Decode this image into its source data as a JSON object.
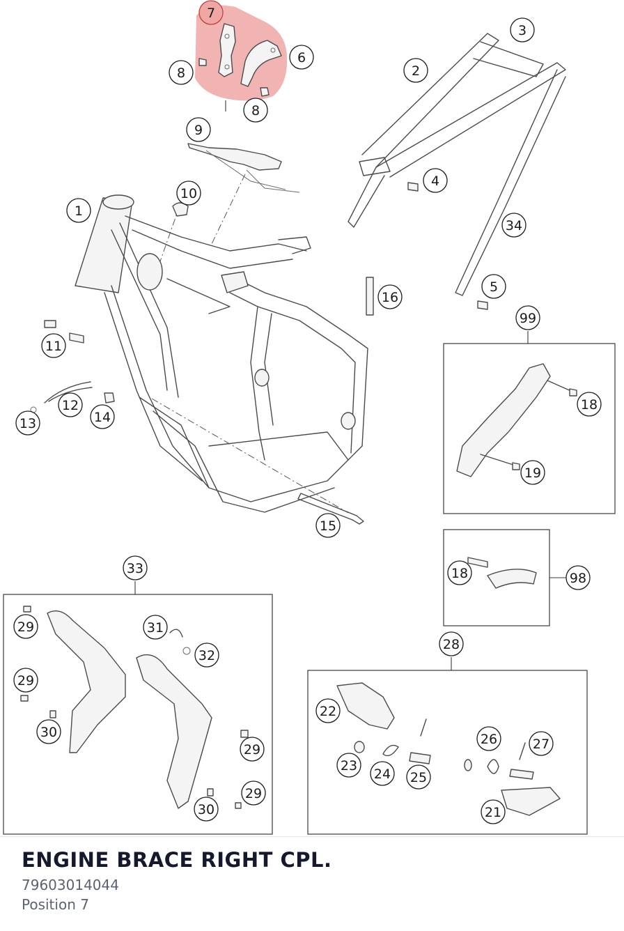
{
  "diagram": {
    "highlight_color": "#f0a7a4",
    "callouts": [
      {
        "id": "c7",
        "label": "7",
        "highlighted": true
      },
      {
        "id": "c6",
        "label": "6"
      },
      {
        "id": "c8a",
        "label": "8"
      },
      {
        "id": "c8b",
        "label": "8"
      },
      {
        "id": "c9",
        "label": "9"
      },
      {
        "id": "c10",
        "label": "10"
      },
      {
        "id": "c1",
        "label": "1"
      },
      {
        "id": "c2",
        "label": "2"
      },
      {
        "id": "c3",
        "label": "3"
      },
      {
        "id": "c4",
        "label": "4"
      },
      {
        "id": "c34",
        "label": "34"
      },
      {
        "id": "c5",
        "label": "5"
      },
      {
        "id": "c16",
        "label": "16"
      },
      {
        "id": "c11",
        "label": "11"
      },
      {
        "id": "c12",
        "label": "12"
      },
      {
        "id": "c13",
        "label": "13"
      },
      {
        "id": "c14",
        "label": "14"
      },
      {
        "id": "c15",
        "label": "15"
      },
      {
        "id": "c99",
        "label": "99"
      },
      {
        "id": "c18a",
        "label": "18"
      },
      {
        "id": "c19",
        "label": "19"
      },
      {
        "id": "c98",
        "label": "98"
      },
      {
        "id": "c18b",
        "label": "18"
      },
      {
        "id": "c33",
        "label": "33"
      },
      {
        "id": "c29a",
        "label": "29"
      },
      {
        "id": "c29b",
        "label": "29"
      },
      {
        "id": "c30a",
        "label": "30"
      },
      {
        "id": "c31",
        "label": "31"
      },
      {
        "id": "c32",
        "label": "32"
      },
      {
        "id": "c29c",
        "label": "29"
      },
      {
        "id": "c29d",
        "label": "29"
      },
      {
        "id": "c30b",
        "label": "30"
      },
      {
        "id": "c28",
        "label": "28"
      },
      {
        "id": "c22",
        "label": "22"
      },
      {
        "id": "c23",
        "label": "23"
      },
      {
        "id": "c24",
        "label": "24"
      },
      {
        "id": "c25",
        "label": "25"
      },
      {
        "id": "c26",
        "label": "26"
      },
      {
        "id": "c27",
        "label": "27"
      },
      {
        "id": "c21",
        "label": "21"
      }
    ]
  },
  "part": {
    "title": "ENGINE BRACE RIGHT CPL.",
    "number": "79603014044",
    "position": "Position 7"
  }
}
